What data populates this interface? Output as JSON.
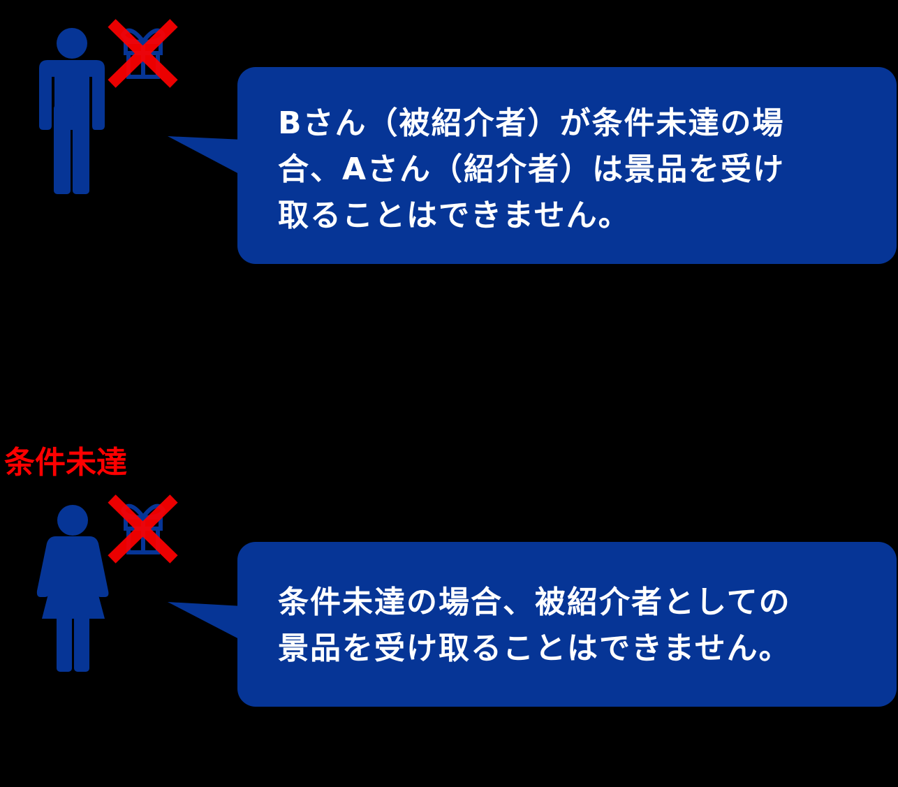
{
  "colors": {
    "background": "#000000",
    "figure_blue": "#063596",
    "bubble_blue": "#063596",
    "cross_red": "#ff0000",
    "text_white": "#ffffff",
    "label_red": "#ff0000"
  },
  "scenario_referrer": {
    "figure": "man-figure",
    "gift_status": "gift-crossed-out",
    "bubble": {
      "lines": [
        "Bさん（被紹介者）が条件未達の場",
        "合、Aさん（紹介者）は景品を受け",
        "取ることはできません。"
      ]
    }
  },
  "scenario_referred": {
    "status_label": "条件未達",
    "figure": "woman-figure",
    "gift_status": "gift-crossed-out",
    "bubble": {
      "lines": [
        "条件未達の場合、被紹介者としての",
        "景品を受け取ることはできません。"
      ]
    }
  }
}
